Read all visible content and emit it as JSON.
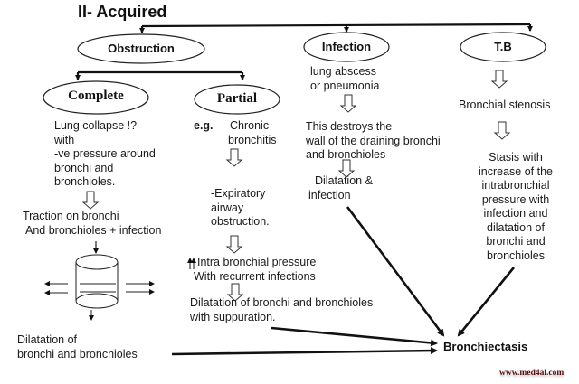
{
  "title": "II- Acquired",
  "nodes": {
    "obstruction": "Obstruction",
    "infection": "Infection",
    "tb": "T.B",
    "complete": "Complete",
    "partial": "Partial"
  },
  "complete_branch": {
    "cause": [
      "Lung collapse !?",
      "with",
      "-ve pressure around",
      "bronchi and",
      "bronchioles."
    ],
    "traction": [
      "Traction on bronchi",
      "And bronchioles + infection"
    ],
    "dilatation": [
      "Dilatation of",
      "bronchi and bronchioles"
    ]
  },
  "partial_branch": {
    "eg_label": "e.g.",
    "example": [
      "Chronic",
      "bronchitis"
    ],
    "expiratory": [
      "-Expiratory",
      "airway",
      "obstruction."
    ],
    "pressure": [
      "Intra bronchial pressure",
      "With recurrent infections"
    ],
    "dilatation": [
      "Dilatation of bronchi and bronchioles",
      "with suppuration."
    ]
  },
  "infection_branch": {
    "cause": [
      "lung abscess",
      "or pneumonia"
    ],
    "effect": [
      "This destroys the",
      "wall of the draining bronchi",
      "and bronchioles"
    ],
    "result": [
      "Dilatation &",
      "infection"
    ]
  },
  "tb_branch": {
    "cause": "Bronchial stenosis",
    "effect": [
      "Stasis with",
      "increase of the",
      "intrabronchial",
      "pressure with",
      "infection and",
      "dilatation of",
      "bronchi and",
      "bronchioles"
    ]
  },
  "outcome": "Bronchiectasis",
  "watermark": "www.med4al.com"
}
